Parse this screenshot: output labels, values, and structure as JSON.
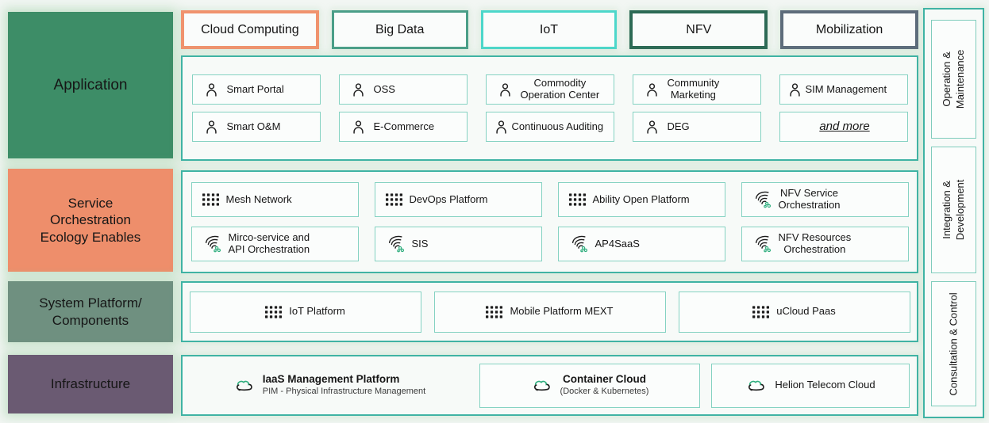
{
  "left_rail": {
    "items": [
      {
        "label": "Application",
        "color": "#3d8d67"
      },
      {
        "label": "Service\nOrchestration\nEcology Enables",
        "color": "#ee8e6b"
      },
      {
        "label": "System Platform/\nComponents",
        "color": "#6f9080"
      },
      {
        "label": "Infrastructure",
        "color": "#6a5a72"
      }
    ]
  },
  "top_categories": [
    {
      "label": "Cloud Computing",
      "border_color": "#f0936e"
    },
    {
      "label": "Big Data",
      "border_color": "#4a9e88"
    },
    {
      "label": "IoT",
      "border_color": "#4cd7ca"
    },
    {
      "label": "NFV",
      "border_color": "#2c6a55"
    },
    {
      "label": "Mobilization",
      "border_color": "#5d6c7b"
    }
  ],
  "application": {
    "items": [
      {
        "label": "Smart Portal",
        "icon": "person"
      },
      {
        "label": "OSS",
        "icon": "person"
      },
      {
        "label": "Commodity\nOperation Center",
        "icon": "person"
      },
      {
        "label": "Community\nMarketing",
        "icon": "person"
      },
      {
        "label": "SIM Management",
        "icon": "person"
      },
      {
        "label": "Smart O&M",
        "icon": "person"
      },
      {
        "label": "E-Commerce",
        "icon": "person"
      },
      {
        "label": "Continuous Auditing",
        "icon": "person"
      },
      {
        "label": "DEG",
        "icon": "person"
      },
      {
        "label": "and more",
        "icon": "none"
      }
    ]
  },
  "service": {
    "items": [
      {
        "label": "Mesh Network",
        "icon": "grid"
      },
      {
        "label": "DevOps Platform",
        "icon": "grid"
      },
      {
        "label": "Ability Open Platform",
        "icon": "grid"
      },
      {
        "label": "NFV Service\nOrchestration",
        "icon": "orchestration"
      },
      {
        "label": "Mirco-service and\nAPI Orchestration",
        "icon": "orchestration"
      },
      {
        "label": "SIS",
        "icon": "orchestration"
      },
      {
        "label": "AP4SaaS",
        "icon": "orchestration"
      },
      {
        "label": "NFV Resources\nOrchestration",
        "icon": "orchestration"
      }
    ]
  },
  "system": {
    "items": [
      {
        "label": "IoT Platform",
        "icon": "grid"
      },
      {
        "label": "Mobile Platform MEXT",
        "icon": "grid"
      },
      {
        "label": "uCloud Paas",
        "icon": "grid"
      }
    ]
  },
  "infrastructure": {
    "items": [
      {
        "title": "IaaS Management Platform",
        "subtitle": "PIM - Physical Infrastructure Management",
        "icon": "cloud-sync"
      },
      {
        "title": "Container Cloud",
        "subtitle": "(Docker & Kubernetes)",
        "icon": "cloud-sync"
      },
      {
        "title": "Helion Telecom Cloud",
        "subtitle": "",
        "icon": "cloud-sync"
      }
    ]
  },
  "right_rail": {
    "items": [
      {
        "label": "Operation &\nMaintenance"
      },
      {
        "label": "Integration &\nDevelopment"
      },
      {
        "label": "Consultation & Control"
      }
    ]
  },
  "colors": {
    "container_border": "#3fb3a4",
    "chip_border": "#85d2c2",
    "icon_green": "#2fae7e",
    "glow_green": "#97cc9e"
  }
}
